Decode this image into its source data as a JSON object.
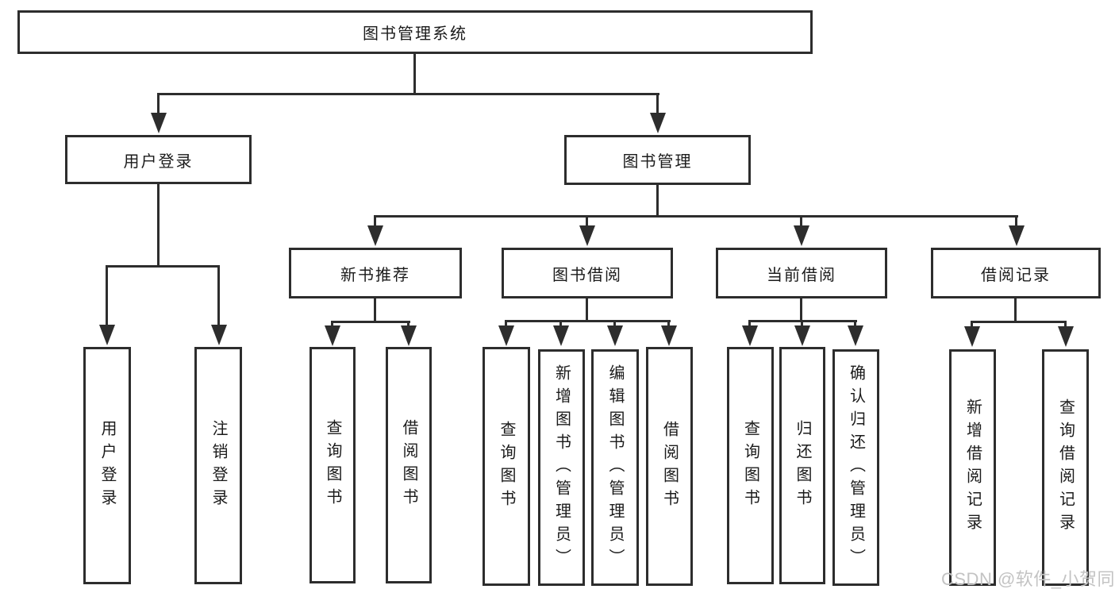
{
  "tree": {
    "root": "图书管理系统",
    "branches": [
      {
        "label": "用户登录",
        "children": [
          "用户登录",
          "注销登录"
        ]
      },
      {
        "label": "图书管理",
        "groups": [
          {
            "label": "新书推荐",
            "children": [
              "查询图书",
              "借阅图书"
            ]
          },
          {
            "label": "图书借阅",
            "children": [
              "查询图书",
              "新增图书（管理员）",
              "编辑图书（管理员）",
              "借阅图书"
            ]
          },
          {
            "label": "当前借阅",
            "children": [
              "查询图书",
              "归还图书",
              "确认归还（管理员）"
            ]
          },
          {
            "label": "借阅记录",
            "children": [
              "新增借阅记录",
              "查询借阅记录"
            ]
          }
        ]
      }
    ]
  },
  "watermark": {
    "text": "CSDN @软件_小贺同学"
  },
  "colors": {
    "line": "#2d2d2d",
    "text": "#1b1b1b",
    "watermark": "#c3c3c3",
    "background": "#ffffff"
  }
}
